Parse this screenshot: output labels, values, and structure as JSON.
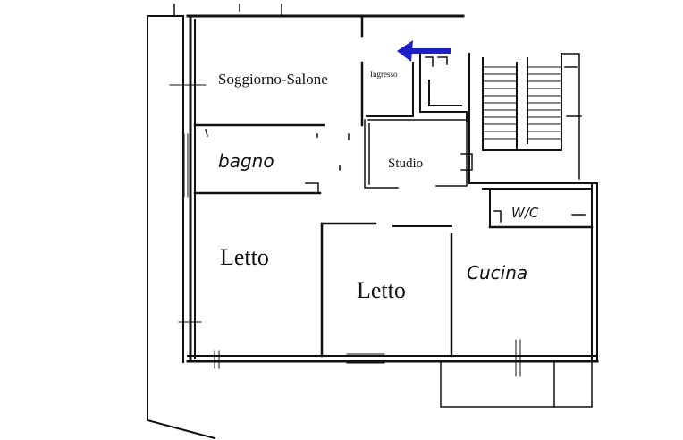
{
  "rooms": {
    "soggiorno": "Soggiorno-Salone",
    "ingresso": "Ingresso",
    "studio": "Studio",
    "bagno": "bagno",
    "wc": "W/C",
    "letto_1": "Letto",
    "letto_2": "Letto",
    "cucina": "Cucina"
  },
  "arrow": {
    "color": "#1c1fc4",
    "icon": "arrow-left-icon"
  }
}
